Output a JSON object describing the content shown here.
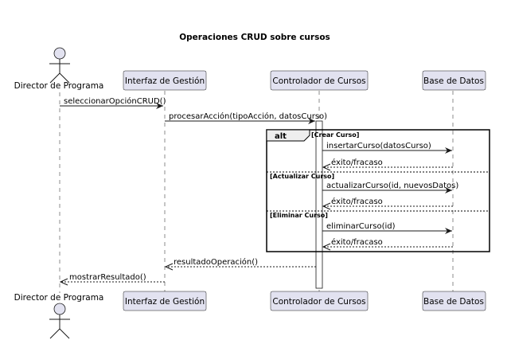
{
  "title": "Operaciones CRUD sobre cursos",
  "participants": [
    {
      "id": "director",
      "label": "Director de Programa",
      "kind": "actor"
    },
    {
      "id": "interfaz",
      "label": "Interfaz de Gestión",
      "kind": "participant"
    },
    {
      "id": "controlador",
      "label": "Controlador de Cursos",
      "kind": "participant"
    },
    {
      "id": "bd",
      "label": "Base de Datos",
      "kind": "participant"
    }
  ],
  "messages": [
    {
      "id": "m1",
      "from": "director",
      "to": "interfaz",
      "label": "seleccionarOpciónCRUD()",
      "kind": "sync"
    },
    {
      "id": "m2",
      "from": "interfaz",
      "to": "controlador",
      "label": "procesarAcción(tipoAcción, datosCurso)",
      "kind": "sync"
    },
    {
      "id": "m3",
      "from": "controlador",
      "to": "bd",
      "label": "insertarCurso(datosCurso)",
      "kind": "sync"
    },
    {
      "id": "m4",
      "from": "bd",
      "to": "controlador",
      "label": "éxito/fracaso",
      "kind": "return"
    },
    {
      "id": "m5",
      "from": "controlador",
      "to": "bd",
      "label": "actualizarCurso(id, nuevosDatos)",
      "kind": "sync"
    },
    {
      "id": "m6",
      "from": "bd",
      "to": "controlador",
      "label": "éxito/fracaso",
      "kind": "return"
    },
    {
      "id": "m7",
      "from": "controlador",
      "to": "bd",
      "label": "eliminarCurso(id)",
      "kind": "sync"
    },
    {
      "id": "m8",
      "from": "bd",
      "to": "controlador",
      "label": "éxito/fracaso",
      "kind": "return"
    },
    {
      "id": "m9",
      "from": "controlador",
      "to": "interfaz",
      "label": "resultadoOperación()",
      "kind": "return"
    },
    {
      "id": "m10",
      "from": "interfaz",
      "to": "director",
      "label": "mostrarResultado()",
      "kind": "return"
    }
  ],
  "alt_fragment": {
    "keyword": "alt",
    "guards": [
      "[Crear Curso]",
      "[Actualizar Curso]",
      "[Eliminar Curso]"
    ]
  }
}
